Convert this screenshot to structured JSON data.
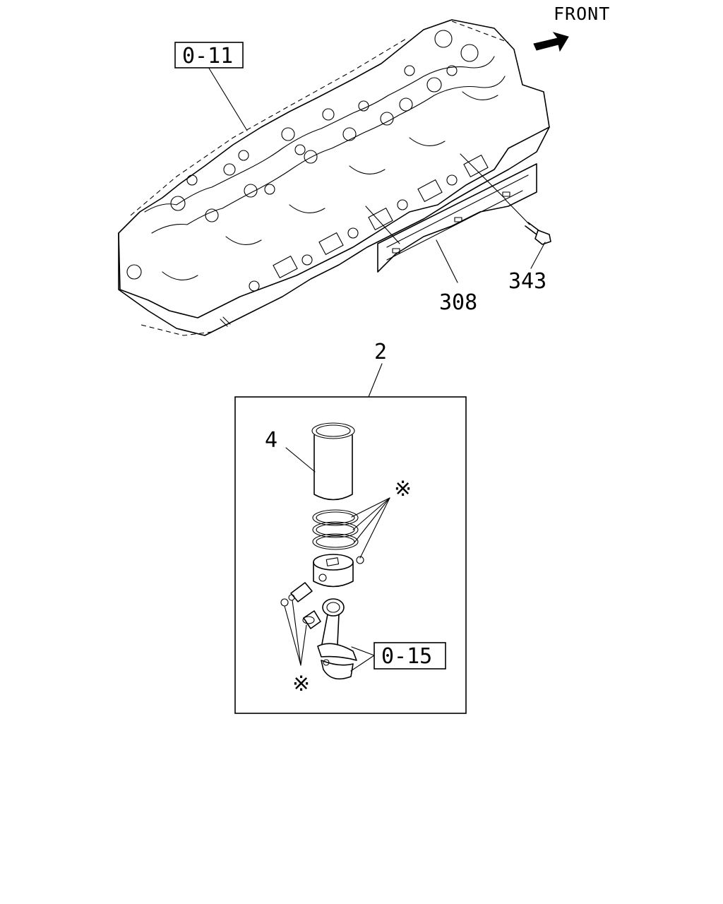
{
  "direction": {
    "label": "FRONT",
    "arrow_icon": "arrow-up-right-icon"
  },
  "callouts": {
    "cylinder_block_ref": "0-11",
    "connecting_rod_ref": "0-15",
    "heat_shield": "308",
    "bolt": "343",
    "piston_kit": "2",
    "cylinder_liner": "4"
  },
  "notes": {
    "asterisk_top": "※",
    "asterisk_bottom": "※"
  }
}
